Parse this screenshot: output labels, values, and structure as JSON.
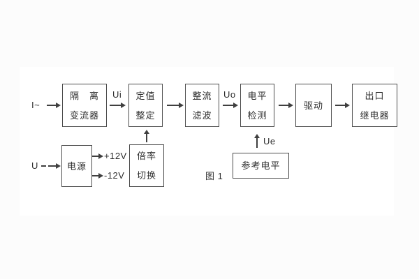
{
  "figure": {
    "caption": "图 1"
  },
  "colors": {
    "line": "#3f3f3f",
    "text": "#2e2e2e",
    "background": "#fcfcfc",
    "surface": "#ffffff"
  },
  "inputs": {
    "current": "I~",
    "voltage": "U"
  },
  "signals": {
    "ui": "Ui",
    "uo": "Uo",
    "ue": "Ue",
    "plus_12v": "+12V",
    "minus_12v": "-12V"
  },
  "blocks": {
    "isolation_transformer": {
      "line1": "隔　离",
      "line2": "变流器"
    },
    "setpoint_adjust": {
      "line1": "定值",
      "line2": "整定"
    },
    "rectifier_filter": {
      "line1": "整流",
      "line2": "滤波"
    },
    "level_detector": {
      "line1": "电平",
      "line2": "检测"
    },
    "driver": {
      "label": "驱动"
    },
    "output_relay": {
      "line1": "出口",
      "line2": "继电器"
    },
    "power_supply": {
      "label": "电源"
    },
    "ratio_switch": {
      "line1": "倍率",
      "line2": "切换"
    },
    "reference_level": {
      "label": "参考电平"
    }
  }
}
